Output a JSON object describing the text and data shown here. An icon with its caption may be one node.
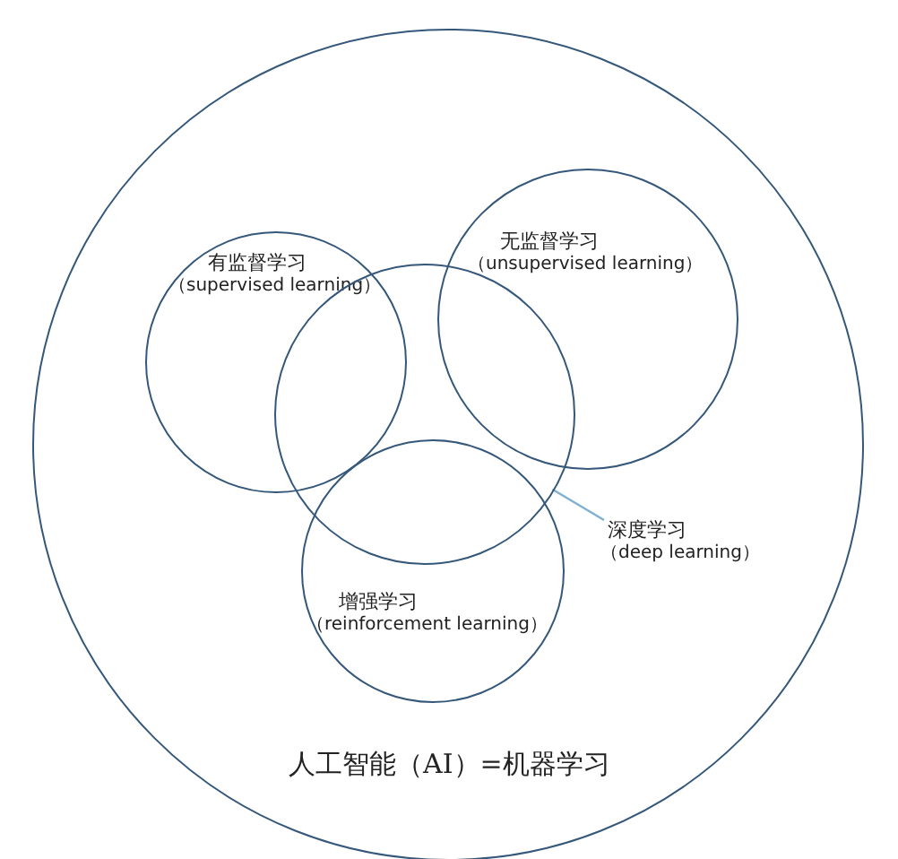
{
  "diagram": {
    "nodes": [
      {
        "text": [
          "人工智能（AI）=机器学习"
        ]
      },
      {
        "text": [
          "有监督学习",
          "（supervised learning）"
        ],
        "in": 0
      },
      {
        "text": [
          "无监督学习",
          "（unsupervised learning）"
        ],
        "in": 0
      },
      {
        "text": [],
        "shape": "circle",
        "in": 0
      },
      {
        "text": [
          "增强学习",
          "（reinforcement learning）"
        ],
        "in": 0
      },
      {
        "text": [
          "深度学习",
          "（deep learning）"
        ],
        "in": 0
      }
    ],
    "edges": [
      {
        "from": 5,
        "to": 3,
        "arrow": "none"
      }
    ]
  }
}
